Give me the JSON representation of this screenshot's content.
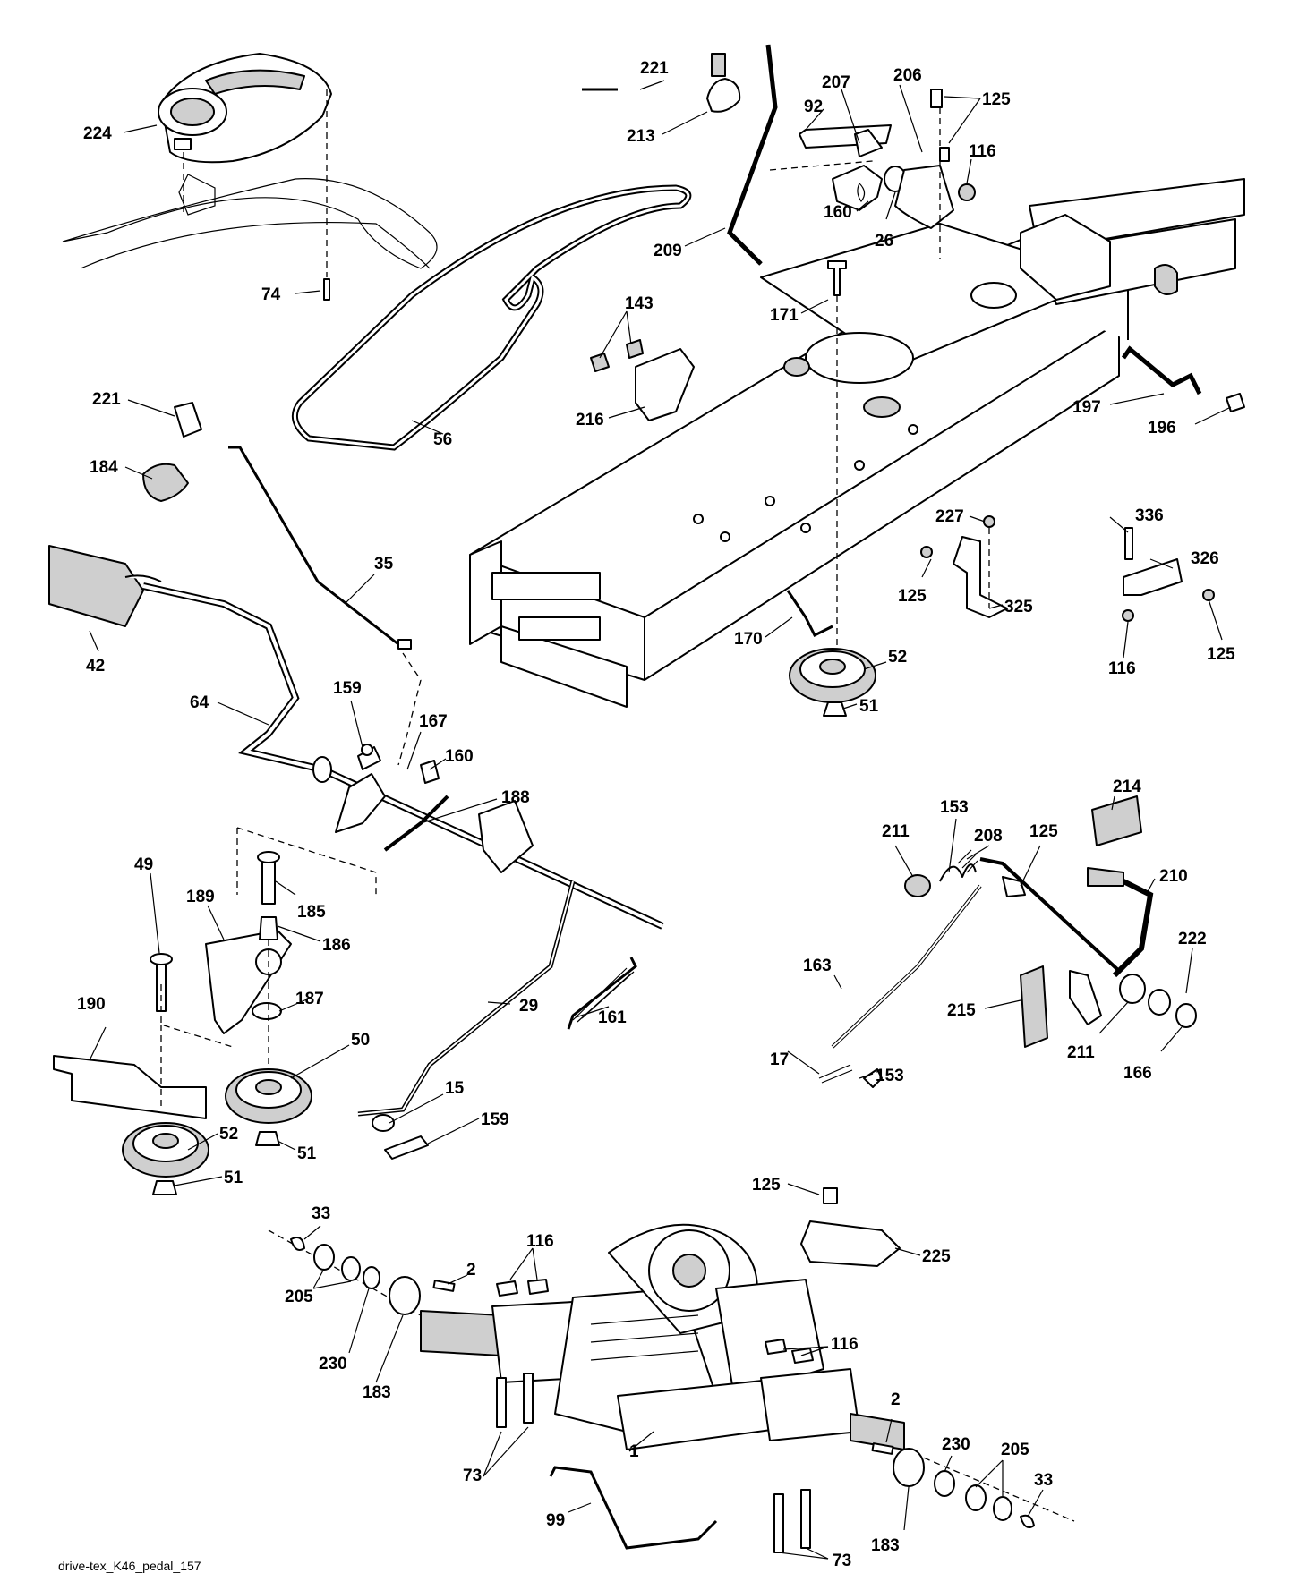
{
  "diagram": {
    "caption": "drive-tex_K46_pedal_157",
    "labels": [
      "224",
      "74",
      "221",
      "213",
      "207",
      "92",
      "206",
      "125",
      "116",
      "160",
      "26",
      "209",
      "56",
      "171",
      "143",
      "216",
      "197",
      "196",
      "221",
      "184",
      "35",
      "42",
      "64",
      "159",
      "167",
      "160",
      "188",
      "227",
      "125",
      "325",
      "336",
      "326",
      "116",
      "125",
      "170",
      "52",
      "51",
      "49",
      "189",
      "185",
      "186",
      "187",
      "190",
      "50",
      "29",
      "161",
      "15",
      "159",
      "52",
      "51",
      "51",
      "211",
      "153",
      "208",
      "125",
      "214",
      "210",
      "163",
      "215",
      "222",
      "211",
      "166",
      "17",
      "153",
      "125",
      "225",
      "33",
      "116",
      "2",
      "205",
      "230",
      "183",
      "116",
      "2",
      "1",
      "73",
      "230",
      "205",
      "33",
      "183",
      "99",
      "73"
    ]
  }
}
